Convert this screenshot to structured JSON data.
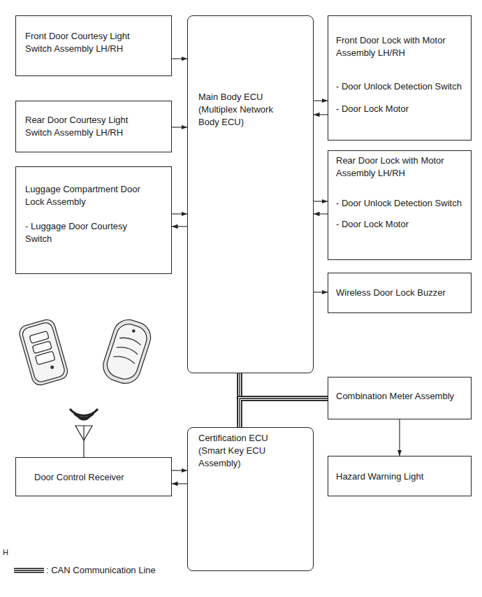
{
  "diagram": {
    "nodes": [
      {
        "text": [
          "Front Door Courtesy Light Switch Assembly LH/RH"
        ]
      },
      {
        "text": [
          "Main Body ECU (Multiplex Network Body ECU)"
        ]
      },
      {
        "text": [
          "Front Door Lock with Motor Assembly LH/RH",
          "- Door Unlock Detection Switch",
          "- Door Lock Motor"
        ]
      },
      {
        "text": [
          "Rear Door Courtesy Light Switch Assembly LH/RH"
        ]
      },
      {
        "text": [
          "Rear Door Lock with Motor Assembly LH/RH",
          "- Door Unlock Detection Switch",
          "- Door Lock Motor"
        ]
      },
      {
        "text": [
          "Luggage Compartment Door Lock Assembly",
          "- Luggage Door Courtesy Switch"
        ]
      },
      {
        "text": [
          "Wireless Door Lock Buzzer"
        ]
      },
      {
        "text": [
          "Combination Meter Assembly"
        ]
      },
      {
        "text": [
          "Certification ECU (Smart Key ECU Assembly)"
        ]
      },
      {
        "text": [
          "Door Control Receiver"
        ]
      },
      {
        "text": [
          "Hazard Warning Light"
        ]
      }
    ],
    "edges": [
      {
        "from": 0,
        "to": 1,
        "arrow": "to"
      },
      {
        "from": 3,
        "to": 1,
        "arrow": "to"
      },
      {
        "from": 5,
        "to": 1,
        "arrow": "to"
      },
      {
        "from": 1,
        "to": 5,
        "arrow": "to"
      },
      {
        "from": 1,
        "to": 2,
        "arrow": "to"
      },
      {
        "from": 2,
        "to": 1,
        "arrow": "to"
      },
      {
        "from": 1,
        "to": 4,
        "arrow": "to"
      },
      {
        "from": 4,
        "to": 1,
        "arrow": "to"
      },
      {
        "from": 1,
        "to": 6,
        "arrow": "to"
      },
      {
        "from": 1,
        "to": 8,
        "arrow": "none"
      },
      {
        "from": 1,
        "to": 7,
        "arrow": "none"
      },
      {
        "from": 8,
        "to": 7,
        "arrow": "none"
      },
      {
        "from": 7,
        "to": 10,
        "arrow": "to"
      },
      {
        "from": 9,
        "to": 8,
        "arrow": "to"
      },
      {
        "from": 8,
        "to": 9,
        "arrow": "to"
      }
    ],
    "labels": [
      "H"
    ],
    "legend": [
      {
        "text": ": CAN Communication Line"
      }
    ]
  }
}
